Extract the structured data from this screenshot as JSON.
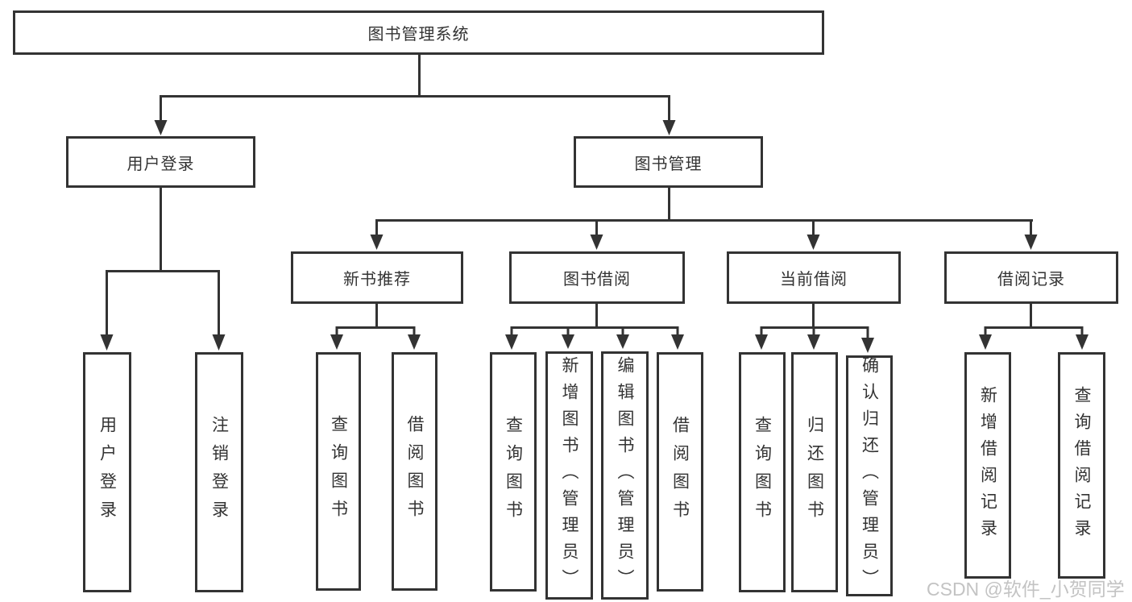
{
  "colors": {
    "line": "#333333",
    "text": "#333333",
    "watermark": "#c3c3c3",
    "background": "#ffffff"
  },
  "diagram": {
    "root": {
      "label": "图书管理系统"
    },
    "level2": [
      {
        "label": "用户登录"
      },
      {
        "label": "图书管理"
      }
    ],
    "level3": [
      {
        "label": "新书推荐"
      },
      {
        "label": "图书借阅"
      },
      {
        "label": "当前借阅"
      },
      {
        "label": "借阅记录"
      }
    ],
    "leaves": {
      "user_login": [
        "用户登录",
        "注销登录"
      ],
      "new_book_recommend": [
        "查询图书",
        "借阅图书"
      ],
      "book_borrow": [
        "查询图书",
        "新增图书（管理员）",
        "编辑图书（管理员）",
        "借阅图书"
      ],
      "current_borrow": [
        "查询图书",
        "归还图书",
        "确认归还（管理员）"
      ],
      "borrow_records": [
        "新增借阅记录",
        "查询借阅记录"
      ]
    }
  },
  "watermark": {
    "text": "CSDN @软件_小贺同学"
  }
}
